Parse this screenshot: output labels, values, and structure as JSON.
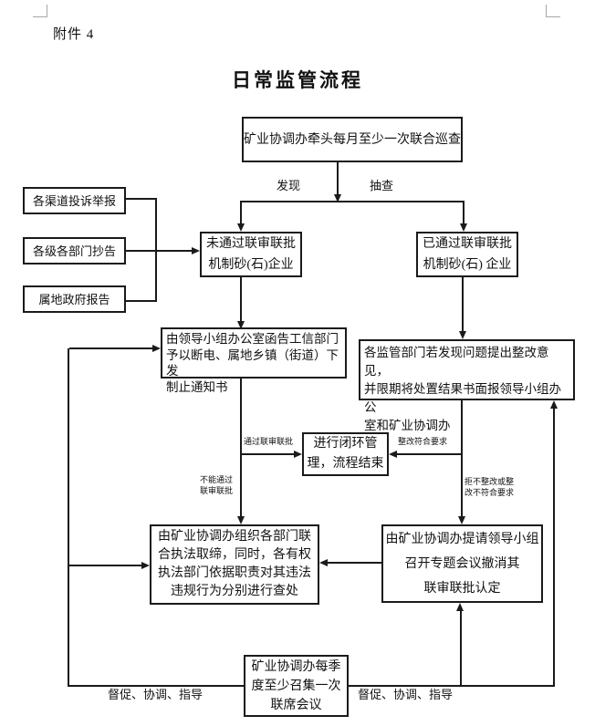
{
  "page": {
    "attachment_label": "附件 4",
    "title": "日常监管流程"
  },
  "nodes": {
    "patrol": {
      "text": "矿业协调办牵头每月至少一次联合巡查"
    },
    "complaint": {
      "text": "各渠道投诉举报"
    },
    "copy_notice": {
      "text": "各级各部门抄告"
    },
    "local_report": {
      "text": "属地政府报告"
    },
    "not_passed": {
      "text": "未通过联审联批\n机制砂(石)企业"
    },
    "passed": {
      "text": "已通过联审联批\n机制砂(石) 企业"
    },
    "shutdown_notice": {
      "text": "由领导小组办公室函告工信部门\n予以断电、属地乡镇（街道）下发\n制止通知书"
    },
    "supervise": {
      "text": "各监管部门若发现问题提出整改意见，\n并限期将处置结果书面报领导小组办公\n室和矿业协调办"
    },
    "closed_loop": {
      "text": "进行闭环管\n理，流程结束"
    },
    "enforcement": {
      "text": "由矿业协调办组织各部门联\n合执法取缔，同时，各有权\n执法部门依据职责对其违法\n违规行为分别进行查处"
    },
    "revoke": {
      "text": "由矿业协调办提请领导小组\n召开专题会议撤消其\n联审联批认定"
    },
    "quarterly_meeting": {
      "text": "矿业协调办每季\n度至少召集一次\n联席会议"
    }
  },
  "edge_labels": {
    "discover": "发现",
    "spot_check": "抽查",
    "pass_review": "通过联审联批",
    "rectify_ok": "整改符合要求",
    "not_pass": "不能通过\n联审联批",
    "refuse_rectify": "拒不整改或整\n改不符合要求",
    "guide_left": "督促、协调、指导",
    "guide_right": "督促、协调、指导"
  }
}
